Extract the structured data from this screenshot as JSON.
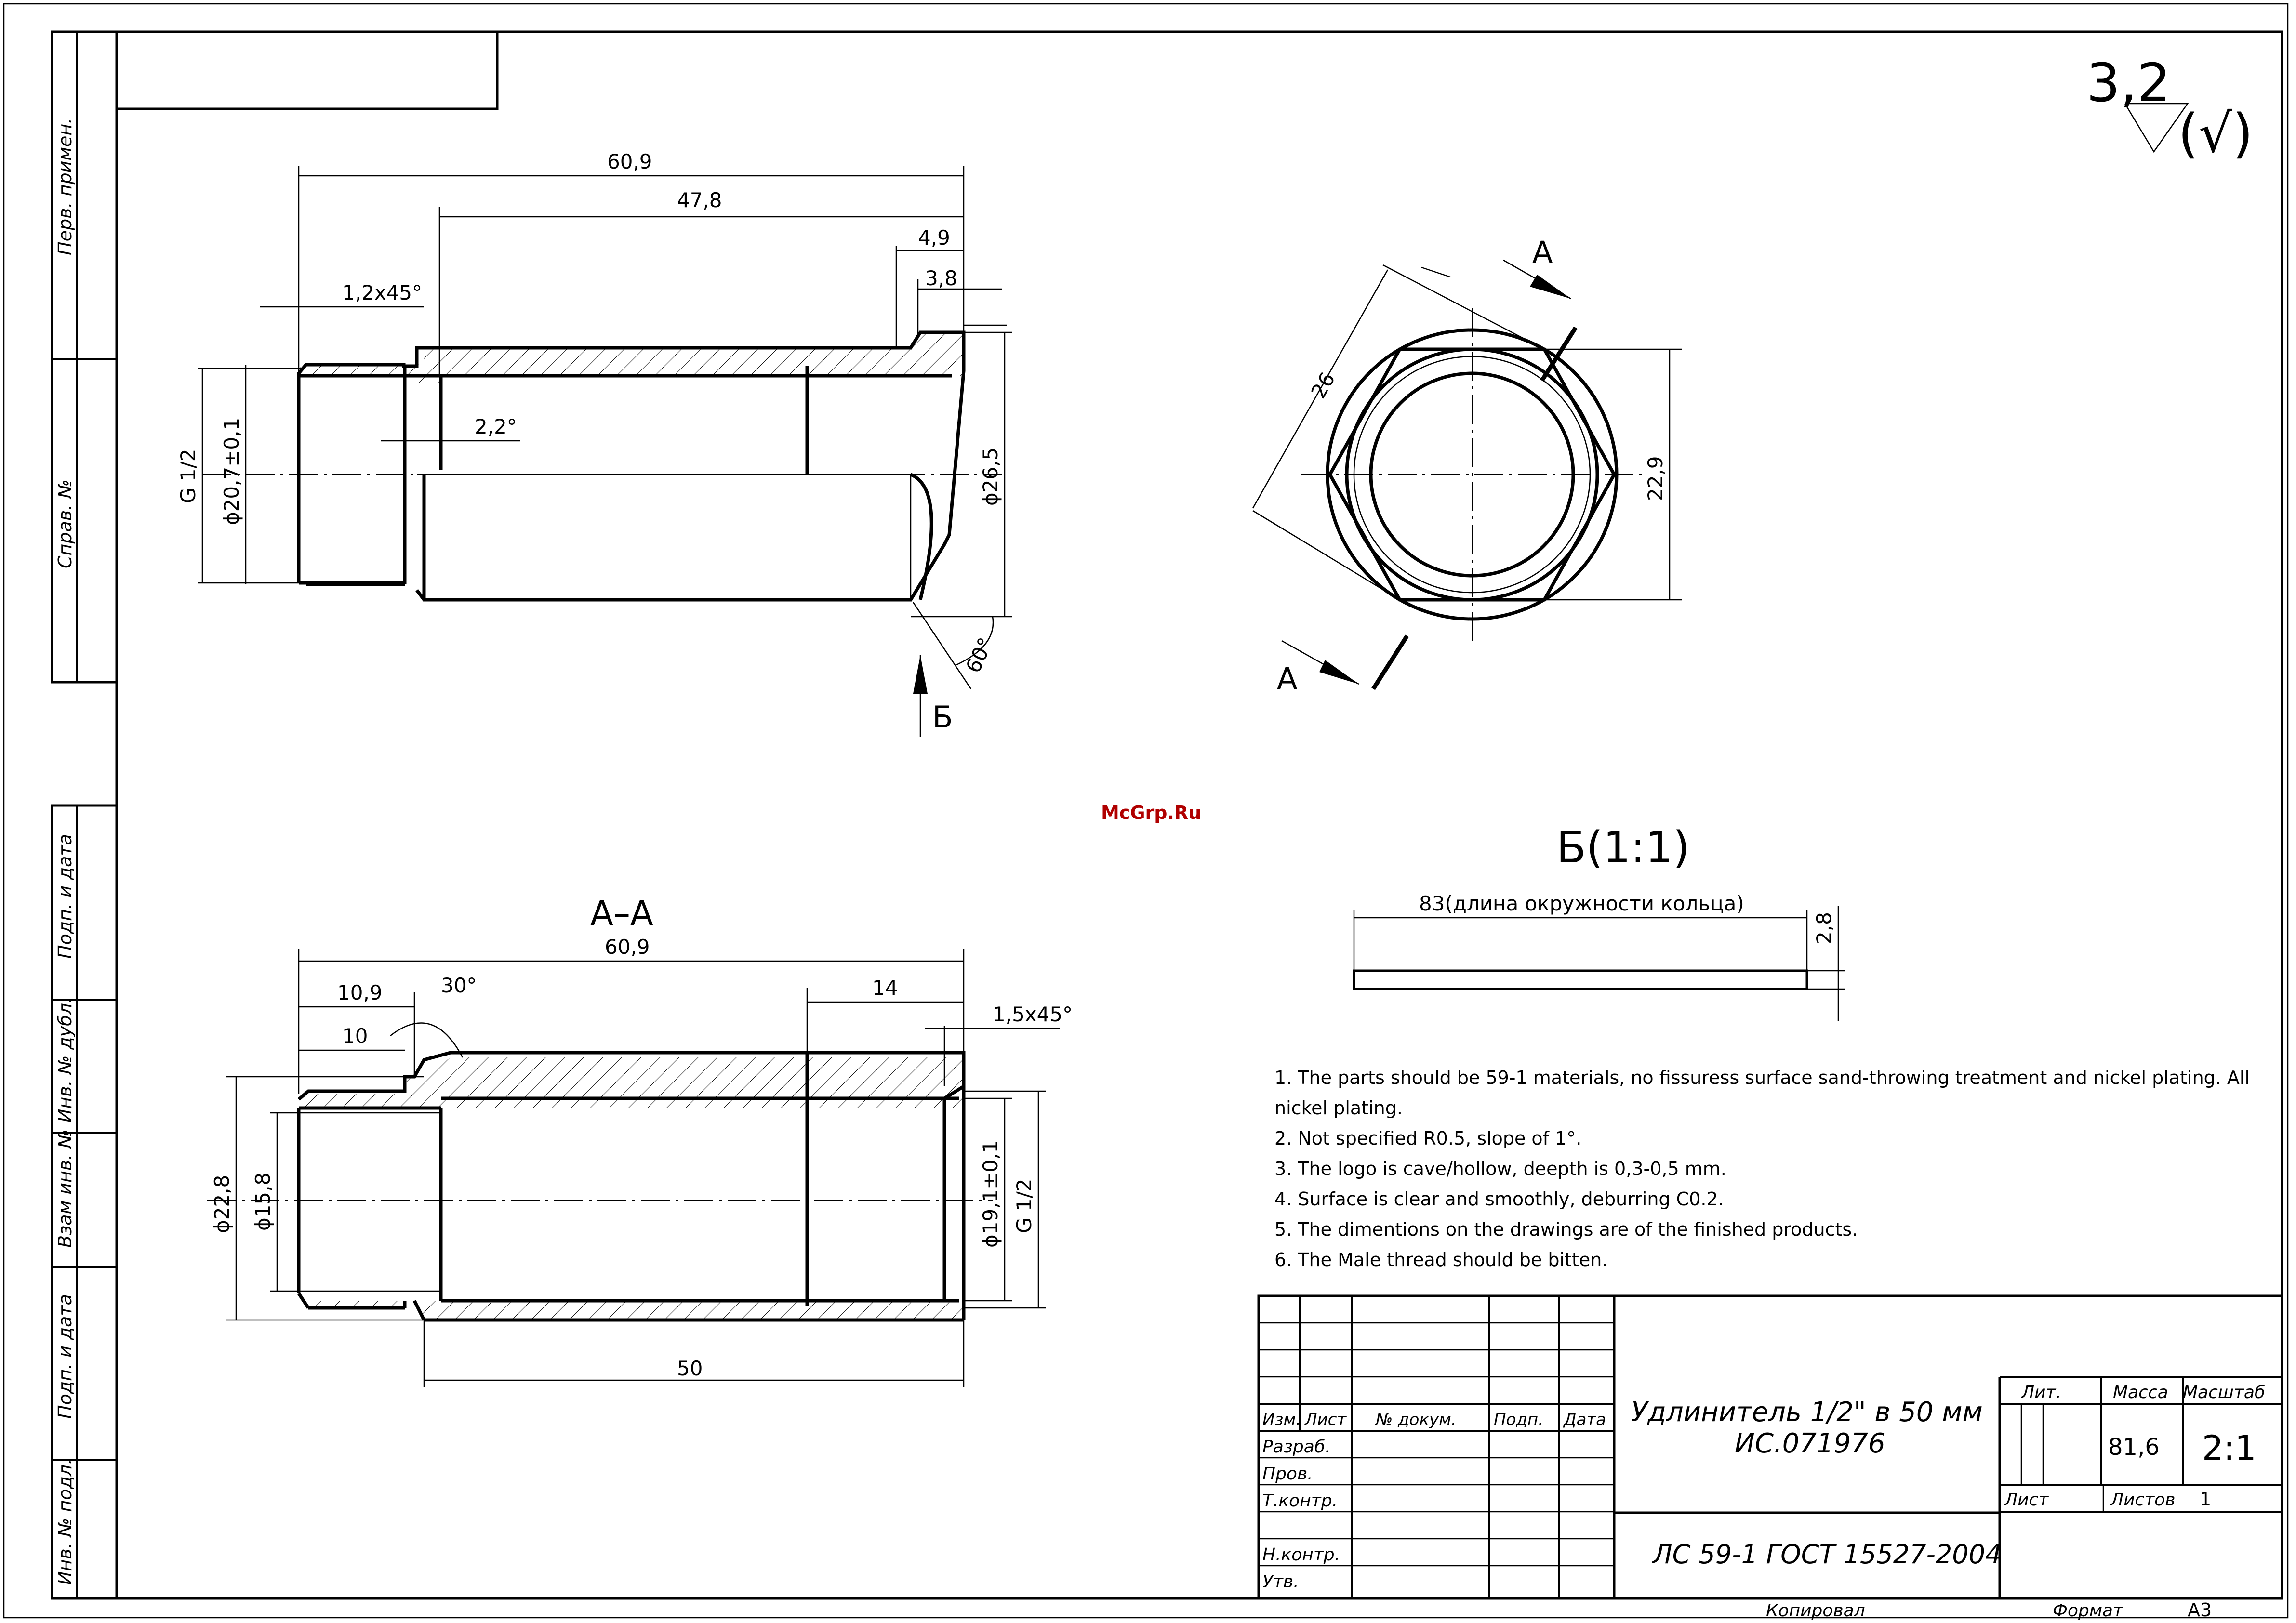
{
  "colors": {
    "ink": "#000000",
    "paper": "#ffffff",
    "watermark": "#b00000"
  },
  "watermark": "McGrp.Ru",
  "roughness": {
    "value": "3,2",
    "symbol": "(√)"
  },
  "side_stamps": {
    "perv_primen": "Перв. примен.",
    "sprav_no": "Справ. №",
    "podp_data_1": "Подп. и дата",
    "inv_dubl": "Инв. № дубл.",
    "vzam_inv": "Взам инв. №",
    "podp_data_2": "Подп. и дата",
    "inv_podl": "Инв. № подл."
  },
  "view_main": {
    "dims": {
      "overall": "60,9",
      "bore": "47,8",
      "d49": "4,9",
      "d38": "3,8",
      "chamfer": "1,2х45°",
      "angle": "2,2°",
      "thread": "G 1/2",
      "dia207": "ϕ20,7±0,1",
      "dia265": "ϕ26,5",
      "angle60": "60°"
    },
    "view_arrow": "Б"
  },
  "view_end": {
    "dims": {
      "across_corners": "26",
      "across_flats": "22,9"
    },
    "section_label_top": "А",
    "section_label_bottom": "А"
  },
  "view_section": {
    "title": "А–А",
    "dims": {
      "overall": "60,9",
      "d109": "10,9",
      "d10": "10",
      "angle30": "30°",
      "d14": "14",
      "chamfer": "1,5х45°",
      "dia228": "ϕ22,8",
      "dia158": "ϕ15,8",
      "dia191": "ϕ19,1±0,1",
      "thread": "G 1/2",
      "length50": "50"
    }
  },
  "view_b": {
    "title": "Б(1:1)",
    "length_label": "83(длина окружности кольца)",
    "thickness": "2,8"
  },
  "notes": [
    "1. The parts should be 59-1 materials, no fissuress surface sand-throwing treatment and nickel plating. All",
    "nickel plating.",
    "2. Not specified R0.5, slope of 1°.",
    "3. The logo is cave/hollow, deepth is 0,3-0,5 mm.",
    "4. Surface is clear and smoothly, deburring C0.2.",
    "5. The dimentions on the drawings are of the finished products.",
    "6. The Male thread should be bitten."
  ],
  "title_block": {
    "headers": {
      "izm": "Изм.",
      "list": "Лист",
      "doc": "№ докум.",
      "podp": "Подп.",
      "data": "Дата"
    },
    "roles": {
      "razrab": "Разраб.",
      "prov": "Пров.",
      "tkontr": "Т.контр.",
      "nkontr": "Н.контр.",
      "utv": "Утв."
    },
    "name": "Удлинитель 1/2\" в 50 мм",
    "code": "ИС.071976",
    "material": "ЛС 59-1 ГОСТ 15527-2004",
    "lit_label": "Лит.",
    "massa_label": "Масса",
    "masshtab_label": "Масштаб",
    "massa": "81,6",
    "scale": "2:1",
    "sheet_label": "Лист",
    "sheets_label": "Листов",
    "sheets": "1",
    "copied": "Копировал",
    "format_label": "Формат",
    "format": "А3"
  }
}
